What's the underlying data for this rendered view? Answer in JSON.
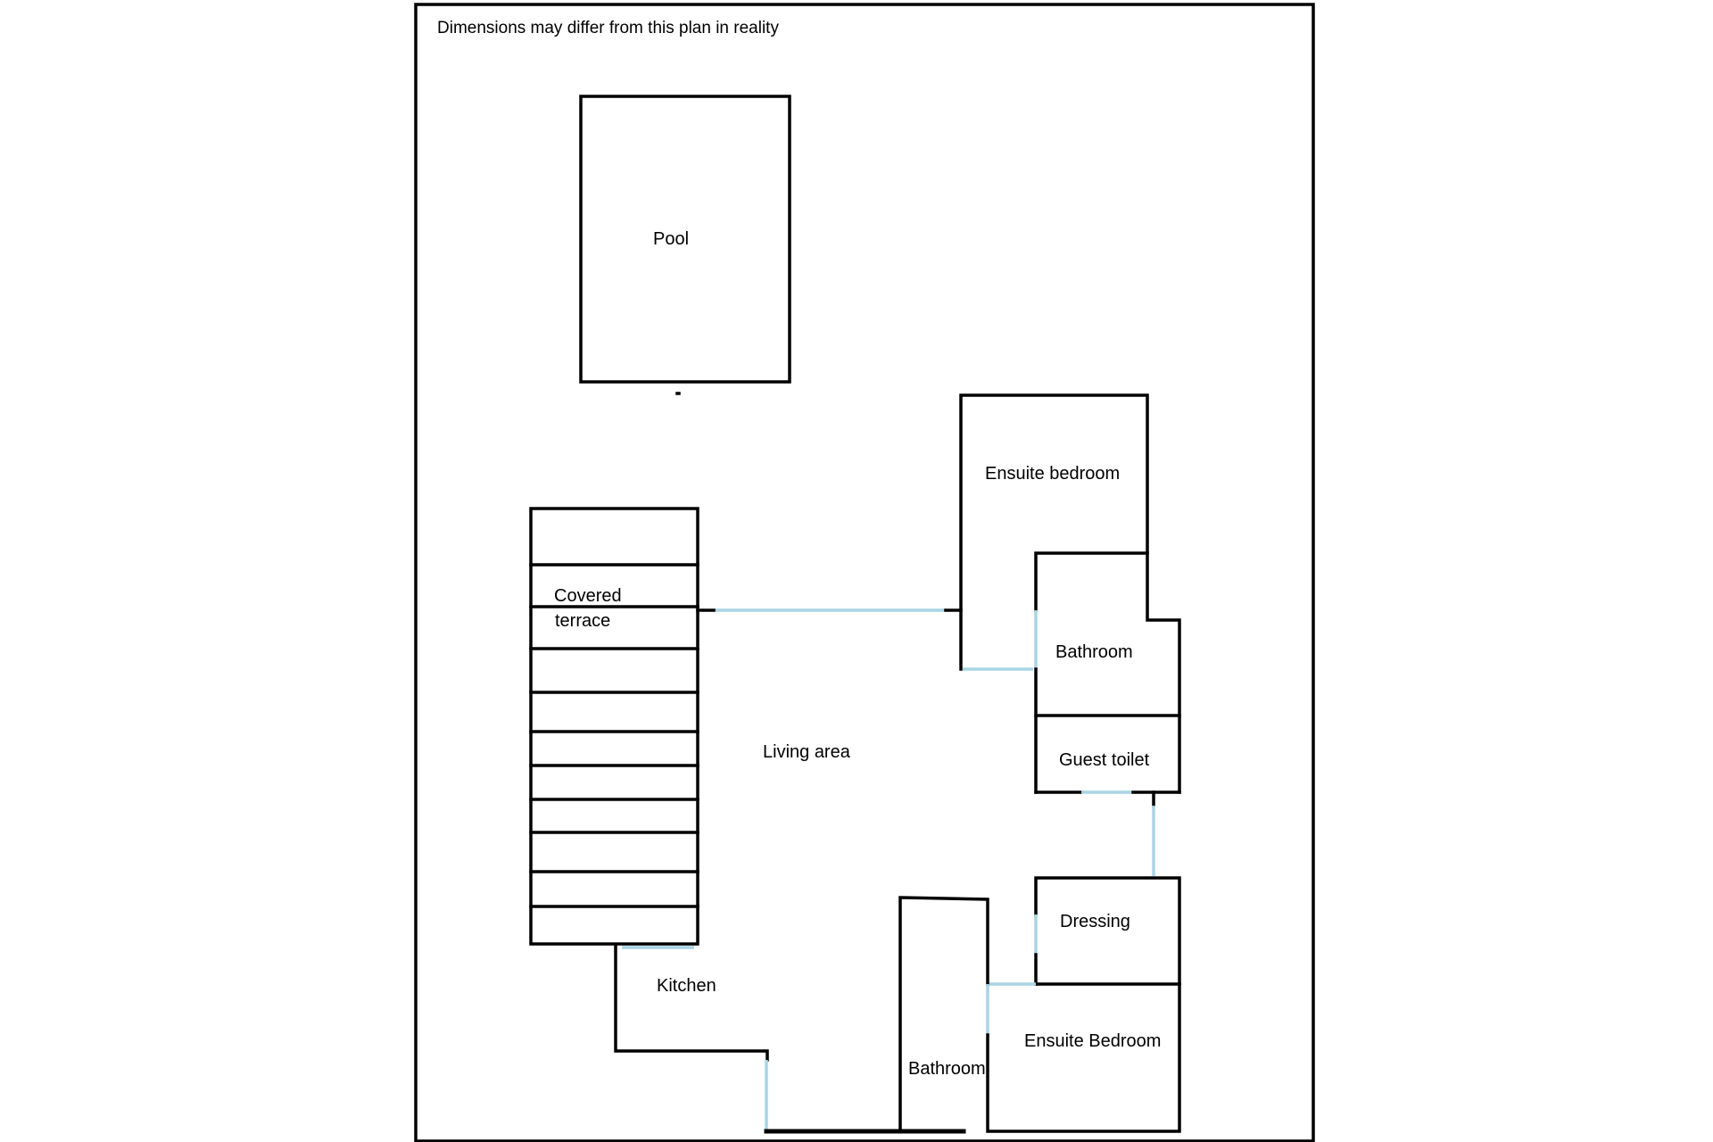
{
  "note": "Dimensions may differ from this plan in reality",
  "colors": {
    "wall": "#000000",
    "opening": "#a9d4e3",
    "background": "#ffffff"
  },
  "rooms": {
    "pool": "Pool",
    "ensuite_bedroom_top": "Ensuite bedroom",
    "covered_terrace_line1": "Covered",
    "covered_terrace_line2": "terrace",
    "bathroom_top": "Bathroom",
    "living_area": "Living area",
    "guest_toilet": "Guest toilet",
    "dressing": "Dressing",
    "kitchen": "Kitchen",
    "ensuite_bedroom_bottom": "Ensuite Bedroom",
    "bathroom_bottom": "Bathroom"
  }
}
